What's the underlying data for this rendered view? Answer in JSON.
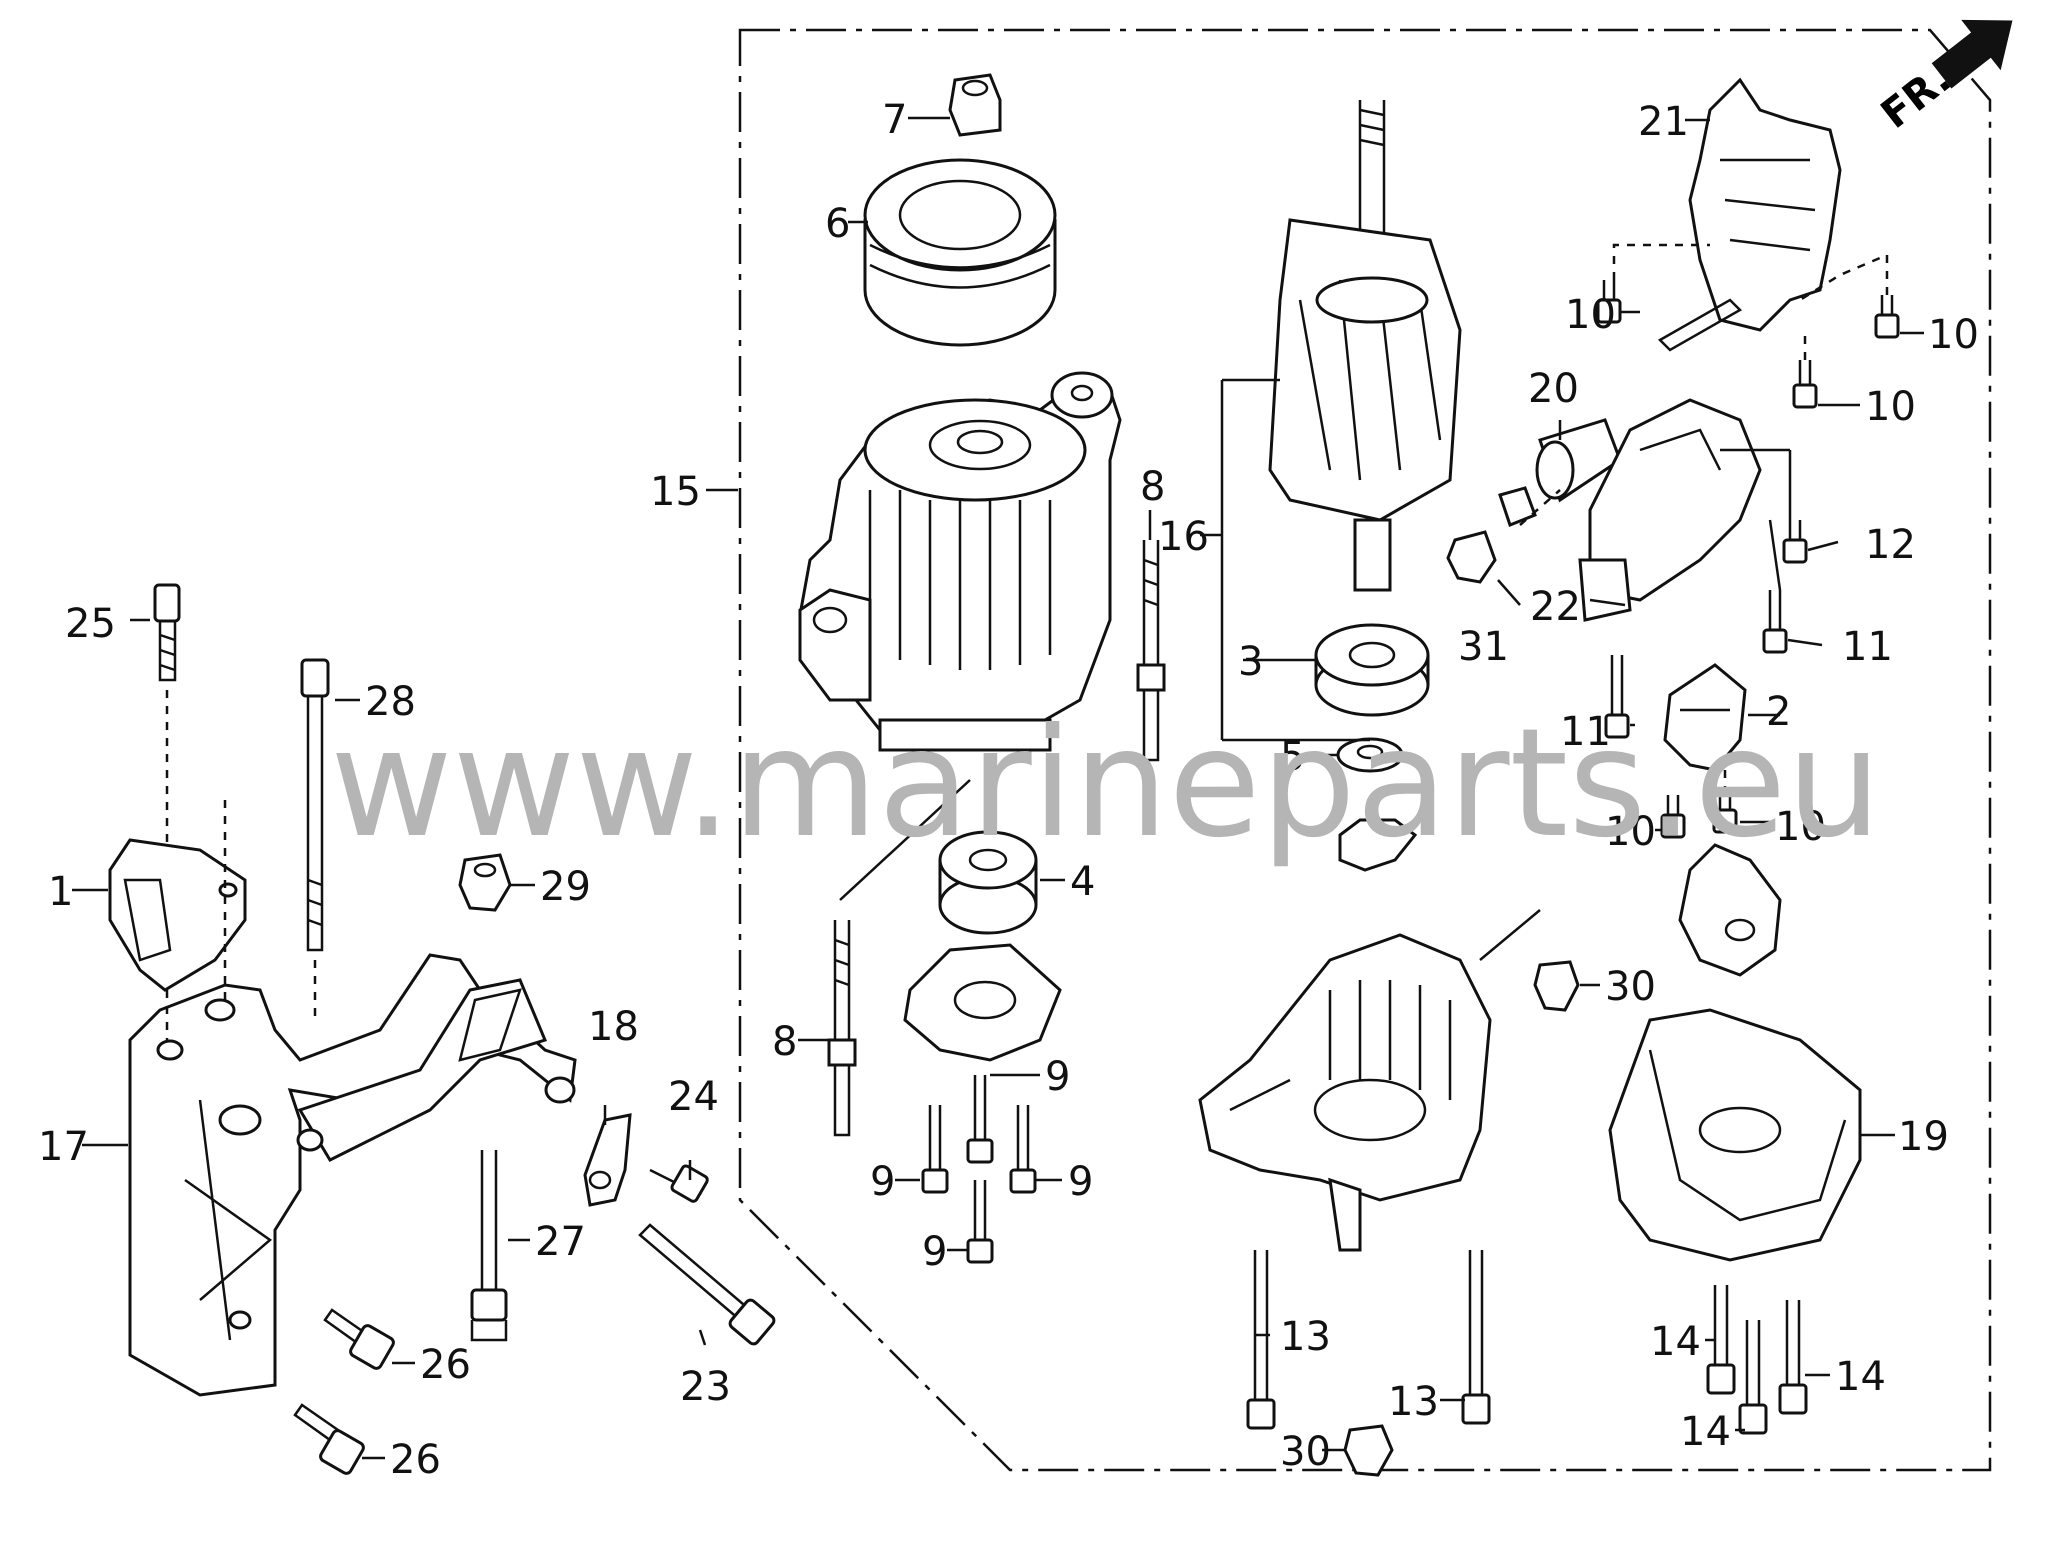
{
  "watermark": "www.marineparts.eu",
  "direction_label": "FR.",
  "callouts": {
    "c1": "1",
    "c2": "2",
    "c3": "3",
    "c4": "4",
    "c5": "5",
    "c6": "6",
    "c7": "7",
    "c8a": "8",
    "c8b": "8",
    "c9a": "9",
    "c9b": "9",
    "c9c": "9",
    "c9d": "9",
    "c10a": "10",
    "c10b": "10",
    "c10c": "10",
    "c10d": "10",
    "c10e": "10",
    "c11a": "11",
    "c11b": "11",
    "c12": "12",
    "c13a": "13",
    "c13b": "13",
    "c14a": "14",
    "c14b": "14",
    "c14c": "14",
    "c15": "15",
    "c16": "16",
    "c17": "17",
    "c18": "18",
    "c19": "19",
    "c20": "20",
    "c21": "21",
    "c22": "22",
    "c23": "23",
    "c24": "24",
    "c25": "25",
    "c26a": "26",
    "c26b": "26",
    "c27": "27",
    "c28": "28",
    "c29": "29",
    "c30a": "30",
    "c30b": "30",
    "c31": "31"
  }
}
